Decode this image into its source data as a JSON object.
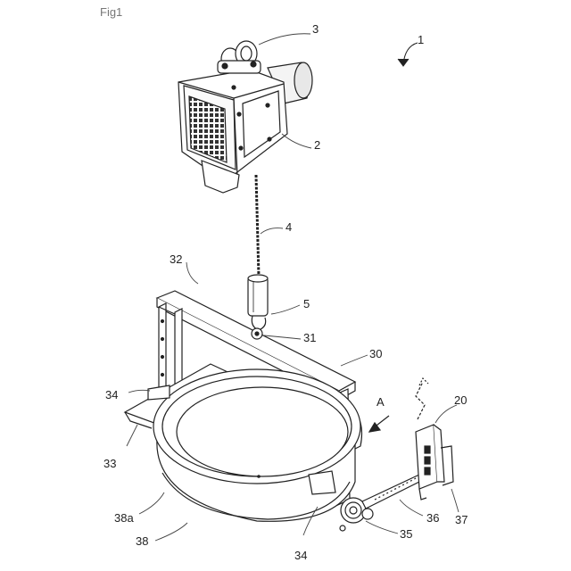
{
  "figure": {
    "label": "Fig1",
    "references": {
      "r1": "1",
      "r2": "2",
      "r3": "3",
      "r4": "4",
      "r5": "5",
      "r20": "20",
      "r30": "30",
      "r31": "31",
      "r32": "32",
      "r33": "33",
      "r34a": "34",
      "r34b": "34",
      "r35": "35",
      "r36": "36",
      "r37": "37",
      "r38": "38",
      "r38a": "38a",
      "rA": "A"
    }
  }
}
